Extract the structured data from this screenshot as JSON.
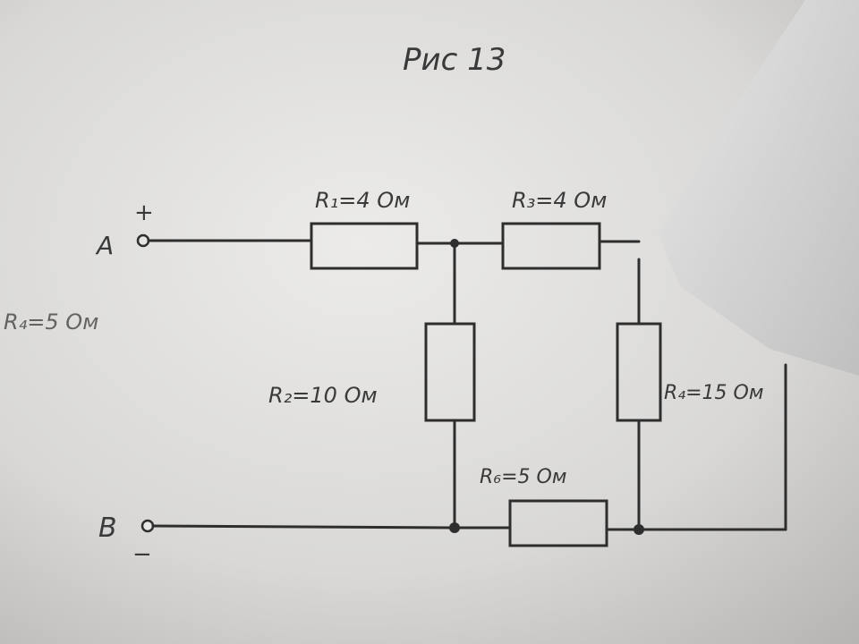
{
  "figure": {
    "title": "Рис 13"
  },
  "terminals": {
    "a": {
      "label": "A",
      "polarity": "+"
    },
    "b": {
      "label": "B",
      "polarity": "−"
    }
  },
  "resistors": {
    "r1": "R₁=4 Ом",
    "r2": "R₂=10 Ом",
    "r3": "R₃=4 Ом",
    "r4": "R₄=15 Ом",
    "r6": "R₆=5 Ом"
  },
  "margin_note": "R₄=5 Ом",
  "colors": {
    "ink": "#2e2e2e",
    "paper": "#e6e6e4",
    "shadow": "#8f8f8f"
  }
}
